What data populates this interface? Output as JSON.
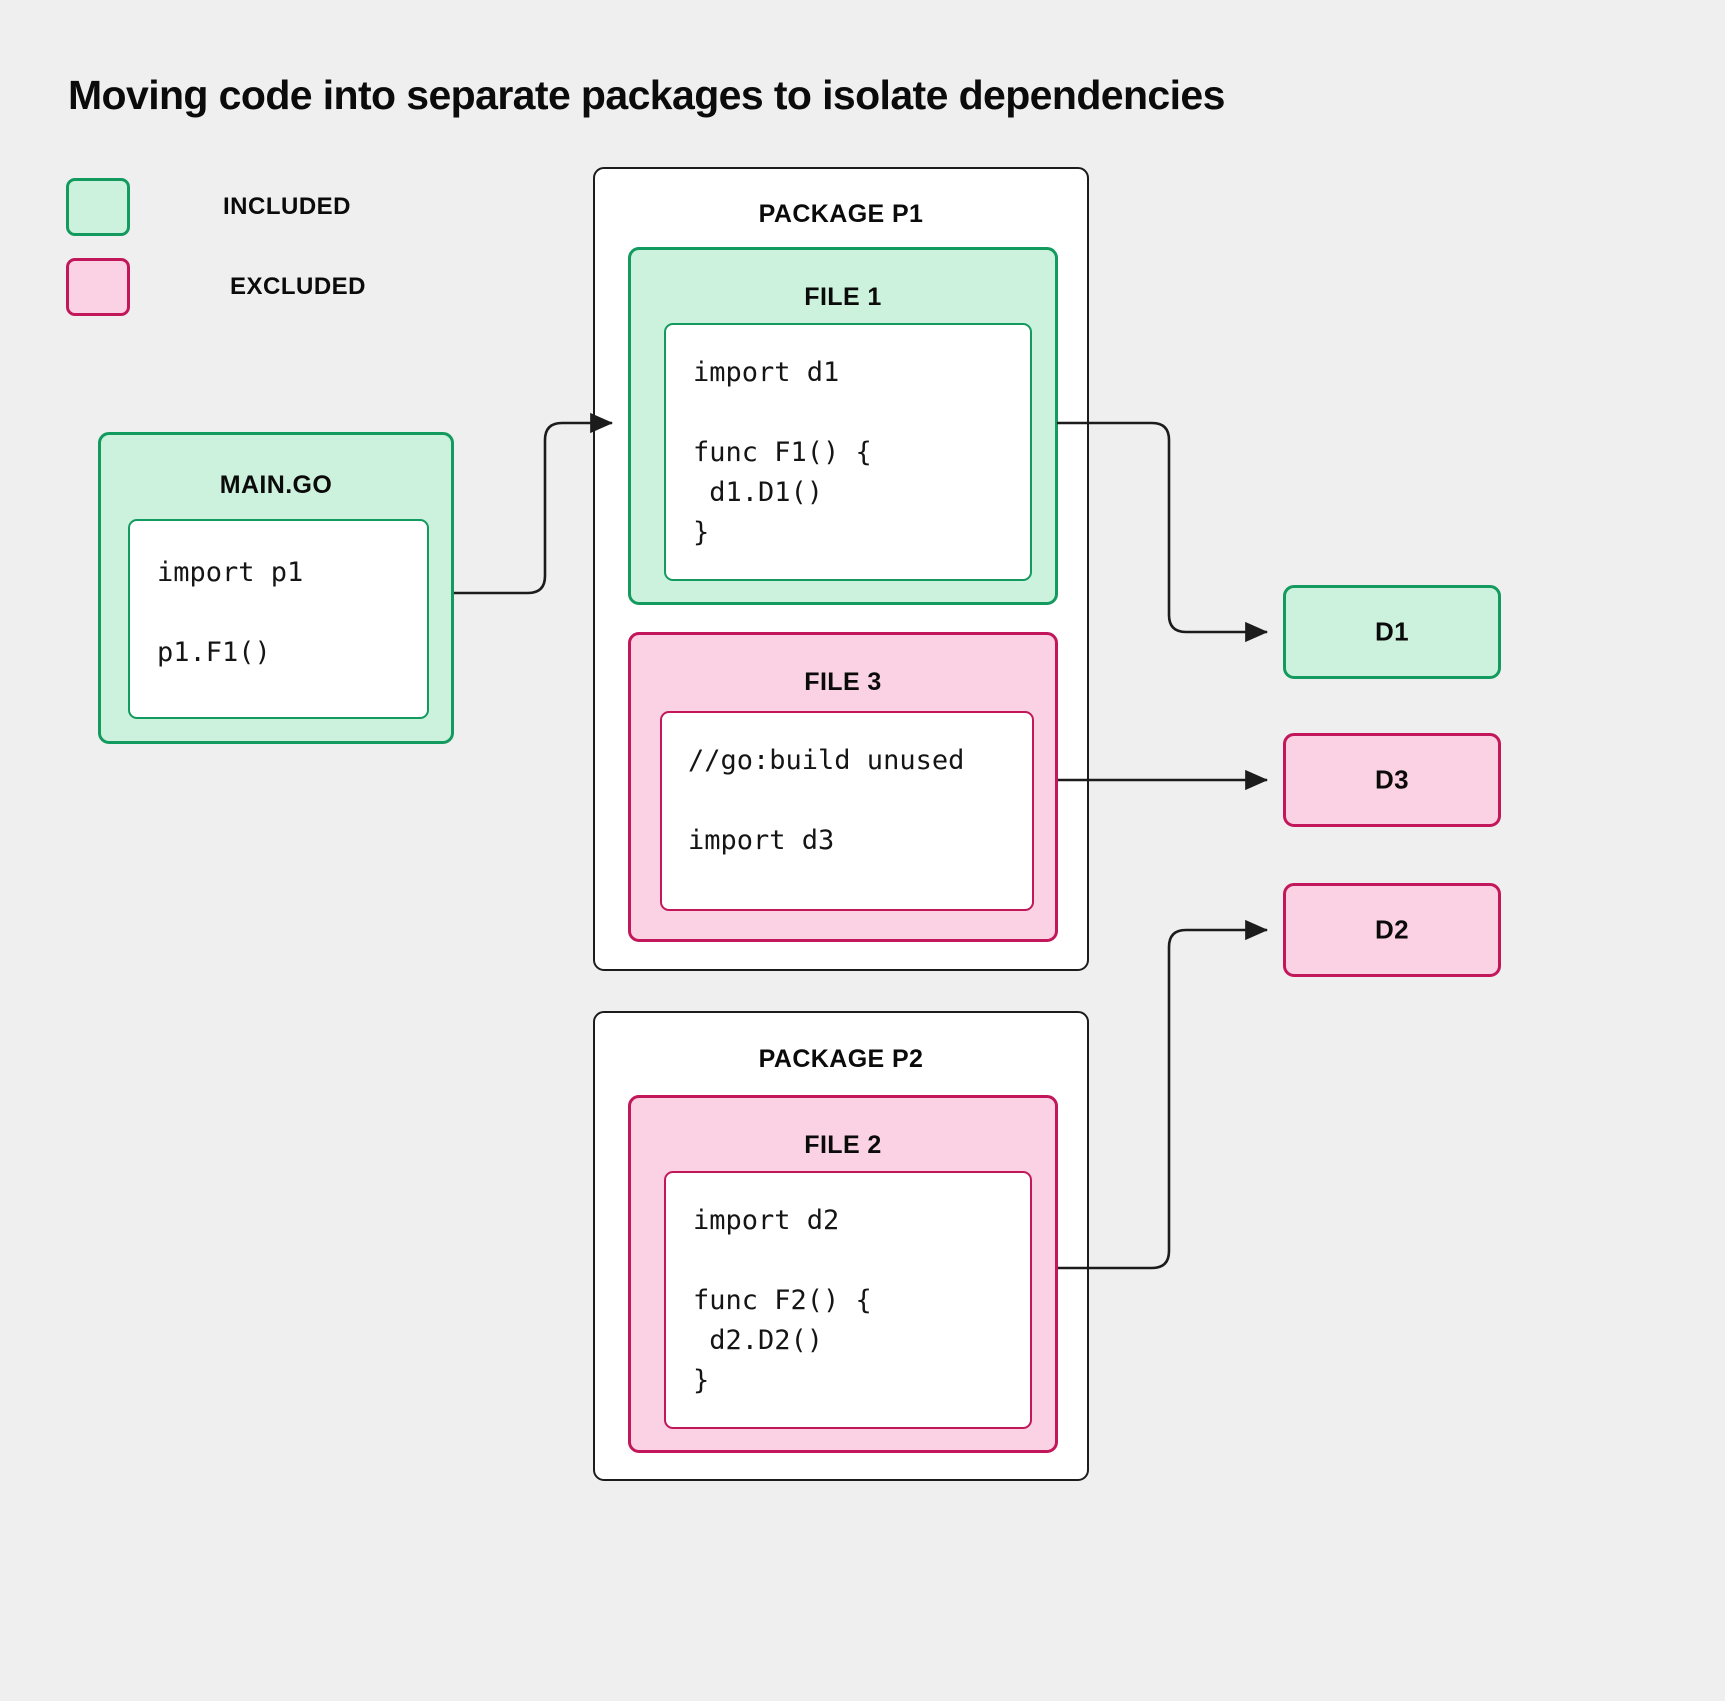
{
  "title": "Moving code into separate packages to isolate dependencies",
  "colors": {
    "background": "#f0efef",
    "included_fill": "#ccf2dd",
    "included_border": "#139a5e",
    "excluded_fill": "#fbd2e3",
    "excluded_border": "#c2185b",
    "package_border": "#1c1c1c",
    "edge": "#1c1c1c",
    "text": "#0b0b0b"
  },
  "legend": {
    "items": [
      {
        "label": "INCLUDED",
        "state": "included"
      },
      {
        "label": "EXCLUDED",
        "state": "excluded"
      }
    ]
  },
  "main_go": {
    "title": "MAIN.GO",
    "state": "included",
    "code": "import p1\n\np1.F1()"
  },
  "packages": [
    {
      "title": "PACKAGE P1",
      "files": [
        {
          "title": "FILE 1",
          "state": "included",
          "code": "import d1\n\nfunc F1() {\n d1.D1()\n}"
        },
        {
          "title": "FILE 3",
          "state": "excluded",
          "code": "//go:build unused\n\nimport d3"
        }
      ]
    },
    {
      "title": "PACKAGE P2",
      "files": [
        {
          "title": "FILE 2",
          "state": "excluded",
          "code": "import d2\n\nfunc F2() {\n d2.D2()\n}"
        }
      ]
    }
  ],
  "dependencies": [
    {
      "label": "D1",
      "state": "included"
    },
    {
      "label": "D3",
      "state": "excluded"
    },
    {
      "label": "D2",
      "state": "excluded"
    }
  ],
  "edges": [
    {
      "from": "main.go",
      "to": "FILE 1"
    },
    {
      "from": "FILE 1",
      "to": "D1"
    },
    {
      "from": "FILE 3",
      "to": "D3"
    },
    {
      "from": "FILE 2",
      "to": "D2"
    }
  ]
}
